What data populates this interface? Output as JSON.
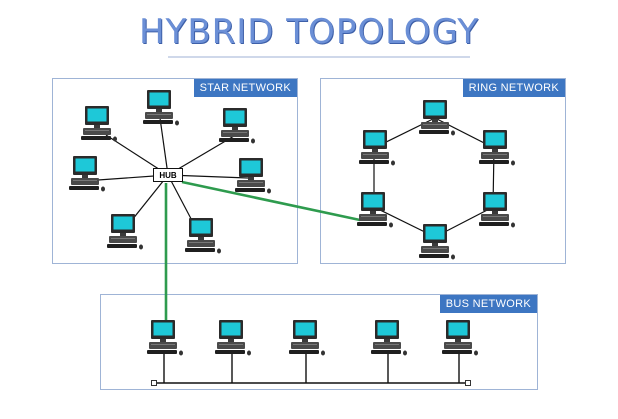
{
  "title": "HYBRID TOPOLOGY",
  "panels": {
    "star": {
      "label": "STAR NETWORK"
    },
    "ring": {
      "label": "RING NETWORK"
    },
    "bus": {
      "label": "BUS NETWORK"
    }
  },
  "hub": {
    "label": "HUB"
  },
  "icons": {
    "computer": "computer-icon"
  },
  "colors": {
    "title": "#6b8fd6",
    "label_bg": "#3d76c2",
    "link": "#2e9b4e",
    "screen": "#1ec8d8",
    "wire": "#111111"
  }
}
